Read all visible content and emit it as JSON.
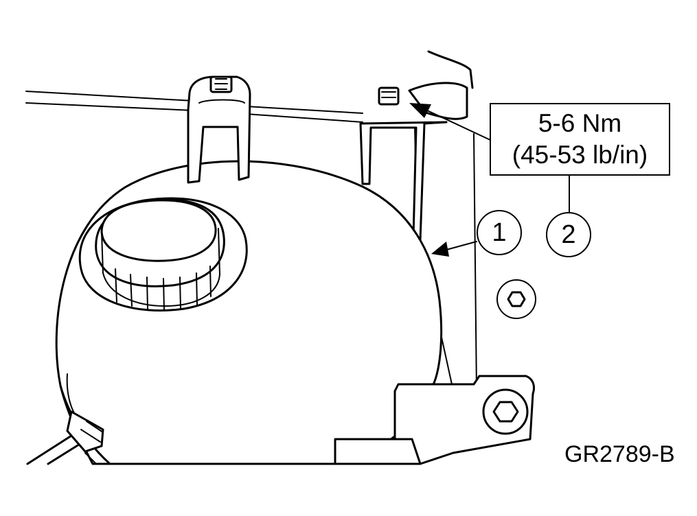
{
  "figure_id": "GR2789-B",
  "torque_spec": {
    "line1": "5-6 Nm",
    "line2": "(45-53 lb/in)"
  },
  "callouts": [
    "1",
    "2"
  ]
}
